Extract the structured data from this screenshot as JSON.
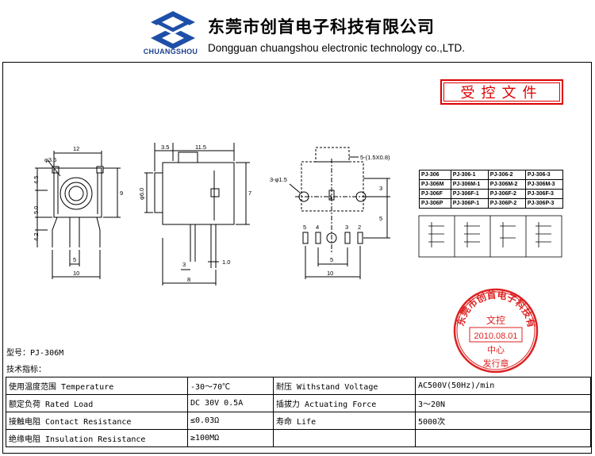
{
  "header": {
    "logo_text": "CHUANGSHOU",
    "company_cn": "东莞市创首电子科技有限公司",
    "company_en": "Dongguan chuangshou electronic technology co.,LTD."
  },
  "stamp": {
    "label": "受控文件"
  },
  "drawing": {
    "front": {
      "dim_width": "12",
      "dim_hole": "φ3.6",
      "dim_top": "4.5",
      "dim_mid": "5.0",
      "dim_bot": "4.2",
      "dim_right": "9",
      "dim_pin": "5",
      "dim_total": "10"
    },
    "side": {
      "dim_a": "3.5",
      "dim_b": "11.5",
      "dim_dia": "φ6.0",
      "dim_h": "7",
      "dim_c": "3",
      "dim_d": "1.0",
      "dim_e": "8"
    },
    "pcb": {
      "note_top": "5-(1.5X0.8)",
      "note_left": "3-φ1.5",
      "dim_3": "3",
      "dim_5v": "5",
      "pins": [
        "5",
        "4",
        "1",
        "3",
        "2"
      ],
      "dim_5h": "5",
      "dim_10": "10"
    }
  },
  "part_table": {
    "rows": [
      [
        "PJ-306",
        "PJ-306-1",
        "PJ-306-2",
        "PJ-306-3"
      ],
      [
        "PJ-306M",
        "PJ-306M-1",
        "PJ-306M-2",
        "PJ-306M-3"
      ],
      [
        "PJ-306F",
        "PJ-306F-1",
        "PJ-306F-2",
        "PJ-306F-3"
      ],
      [
        "PJ-306P",
        "PJ-306P-1",
        "PJ-306P-2",
        "PJ-306P-3"
      ]
    ]
  },
  "seal": {
    "ring_text": "东莞市创首电子科技有限公司",
    "line1": "文控",
    "date": "2010.08.01",
    "line2": "中心",
    "line3": "发行章"
  },
  "model": "型号：PJ-306M",
  "spec_heading": "技术指标：",
  "specs": [
    [
      "使用温度范围 Temperature",
      "-30～70℃",
      "耐压 Withstand Voltage",
      "AC500V(50Hz)/min"
    ],
    [
      "额定负荷 Rated Load",
      "DC 30V 0.5A",
      "插拔力 Actuating Force",
      "3～20N"
    ],
    [
      "接触电阻 Contact Resistance",
      "≤0.03Ω",
      "寿命 Life",
      "5000次"
    ],
    [
      "绝缘电阻 Insulation Resistance",
      "≥100MΩ",
      "",
      ""
    ]
  ]
}
